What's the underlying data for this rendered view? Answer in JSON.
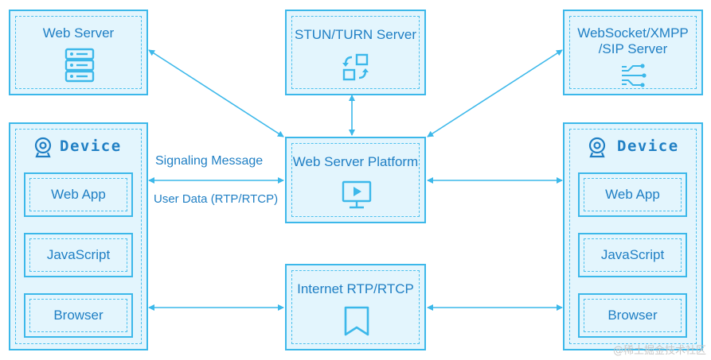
{
  "nodes": {
    "web_server": "Web Server",
    "stun_turn": "STUN/TURN  Server",
    "websocket_xmpp_sip": "WebSocket/XMPP\n/SIP Server",
    "web_server_platform": "Web Server Platform",
    "internet_rtp": "Internet RTP/RTCP"
  },
  "left_device": {
    "title": "Device",
    "items": [
      "Web App",
      "JavaScript",
      "Browser"
    ]
  },
  "right_device": {
    "title": "Device",
    "items": [
      "Web App",
      "JavaScript",
      "Browser"
    ]
  },
  "edge_labels": {
    "signaling": "Signaling Message",
    "user_data": "User Data (RTP/RTCP)"
  },
  "icons": {
    "web_server": "server-rack-icon",
    "stun_turn": "relay-cycle-icon",
    "websocket": "connector-branch-icon",
    "platform": "monitor-play-icon",
    "internet": "bookmark-icon",
    "device": "webcam-icon"
  },
  "colors": {
    "border": "#3cb8ea",
    "fill": "#e3f5fd",
    "text": "#1f7fc4"
  },
  "watermark": "@稀土掘金技术社区"
}
